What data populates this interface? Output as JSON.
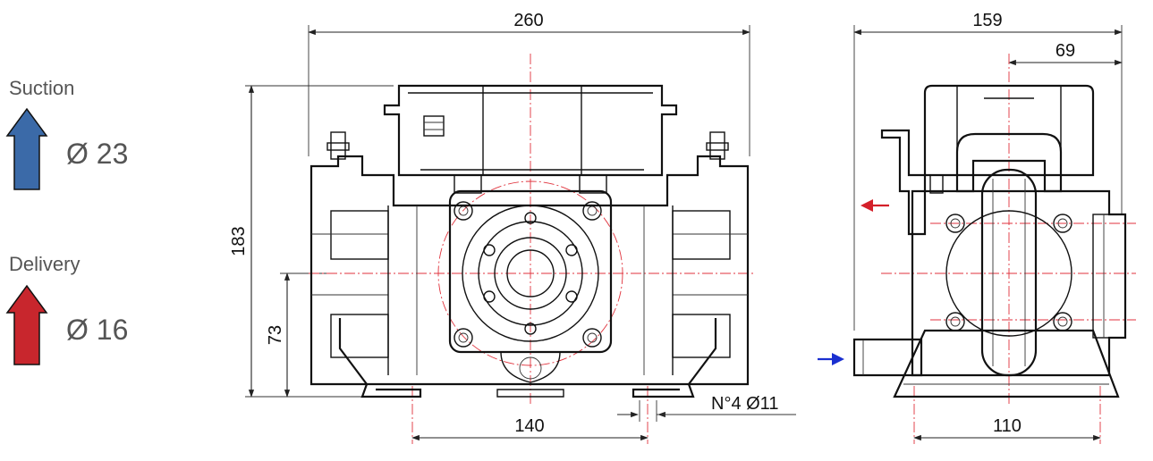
{
  "legend": {
    "suction": {
      "label": "Suction",
      "diameter": "Ø 23",
      "color": "#3b6aa8"
    },
    "delivery": {
      "label": "Delivery",
      "diameter": "Ø 16",
      "color": "#c8262d"
    }
  },
  "front_view": {
    "width": "260",
    "height": "183",
    "axis_height": "73",
    "hole_spacing": "140",
    "holes": "N°4 Ø11"
  },
  "side_view": {
    "depth": "159",
    "offset": "69",
    "base_width": "110"
  },
  "colors": {
    "line": "#111111",
    "centerline": "#e0323c",
    "delivery_arrow": "#d4202a",
    "suction_arrow": "#1a2fd0"
  }
}
